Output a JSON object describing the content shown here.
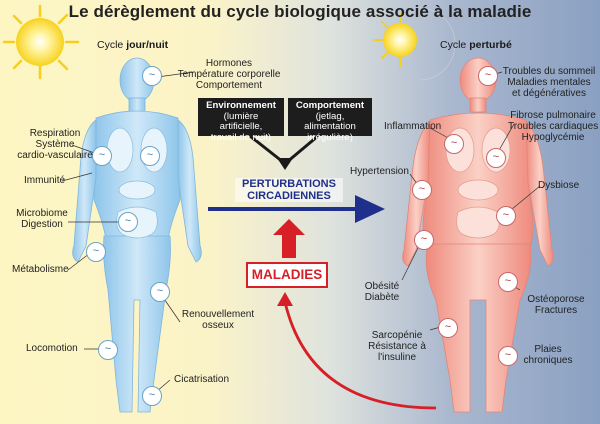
{
  "title": "Le dérèglement du cycle biologique associé à la maladie",
  "left": {
    "cycle_prefix": "Cycle ",
    "cycle_bold": "jour/nuit",
    "labels": {
      "hormones": "Hormones",
      "temperature": "Température corporelle",
      "comportement": "Comportement",
      "respiration": "Respiration",
      "systeme": "Système",
      "cardio": "cardio-vasculaire",
      "immunite": "Immunité",
      "microbiome": "Microbiome",
      "digestion": "Digestion",
      "metabolisme": "Métabolisme",
      "renouvellement": "Renouvellement",
      "osseux": "osseux",
      "locomotion": "Locomotion",
      "cicatrisation": "Cicatrisation"
    }
  },
  "right": {
    "cycle_prefix": "Cycle ",
    "cycle_bold": "perturbé",
    "labels": {
      "troubles_sommeil": "Troubles du sommeil",
      "maladies_mentales": "Maladies mentales",
      "degeneratives": "et dégénératives",
      "inflammation": "Inflammation",
      "fibrose": "Fibrose pulmonaire",
      "troubles_cardiaques": "Troubles cardiaques",
      "hypoglycemie": "Hypoglycémie",
      "hypertension": "Hypertension",
      "dysbiose": "Dysbiose",
      "obesite": "Obésité",
      "diabete": "Diabète",
      "osteoporose": "Ostéoporose",
      "fractures": "Fractures",
      "sarcopenie": "Sarcopénie",
      "resistance": "Résistance à",
      "insuline": "l'insuline",
      "plaies": "Plaies",
      "chroniques": "chroniques"
    }
  },
  "center": {
    "env_title": "Environnement",
    "env_line1": "(lumière artificielle,",
    "env_line2": "travail de nuit)",
    "comp_title": "Comportement",
    "comp_line1": "(jetlag, alimentation",
    "comp_line2": "irrégulière)",
    "pert_line1": "PERTURBATIONS",
    "pert_line2": "CIRCADIENNES",
    "maladies": "MALADIES"
  },
  "colors": {
    "blue_arrow": "#1f2f8c",
    "red": "#d61f26",
    "body_blue": "#a9d4f0",
    "body_red": "#f09c8f"
  },
  "icons": [
    "sun-icon",
    "moon-icon",
    "wave-icon"
  ]
}
